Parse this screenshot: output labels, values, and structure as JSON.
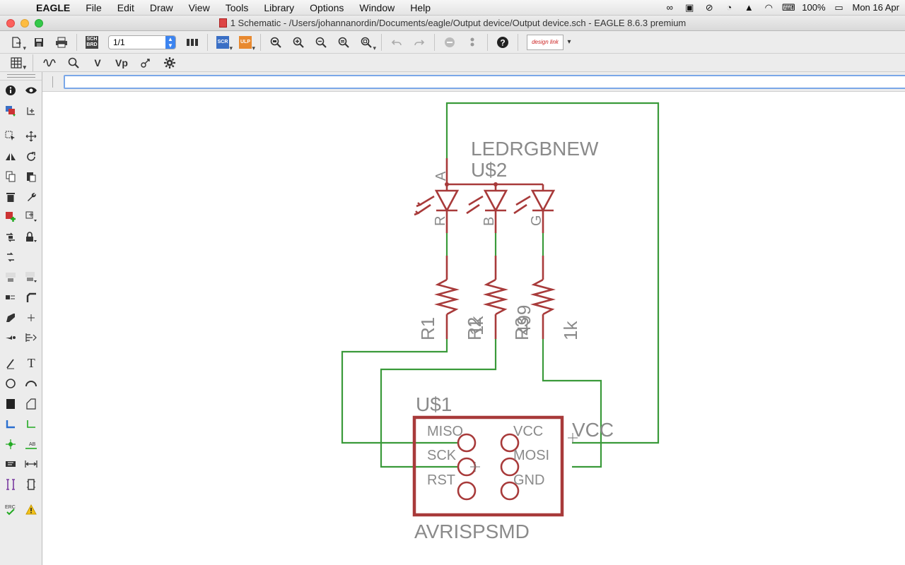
{
  "menubar": {
    "apple": "",
    "app_name": "EAGLE",
    "items": [
      "File",
      "Edit",
      "Draw",
      "View",
      "Tools",
      "Library",
      "Options",
      "Window",
      "Help"
    ],
    "battery": "100%",
    "clock": "Mon 16 Apr"
  },
  "window": {
    "title": "1 Schematic - /Users/johannanordin/Documents/eagle/Output device/Output device.sch - EAGLE 8.6.3 premium"
  },
  "toolbar": {
    "sheet": "1/1",
    "scr_label": "SCR",
    "ulp_label": "ULP",
    "brd_label": "SCH BRD",
    "help_label": "?",
    "designlink_label": "design link"
  },
  "toolbar2": {
    "v_label": "V",
    "vp_label": "Vp"
  },
  "palette": {
    "text_tool": "T",
    "erc_label": "ERC"
  },
  "command": {
    "value": ""
  },
  "schematic": {
    "colors": {
      "net": "#3a9a3a",
      "part": "#a83a3a",
      "label": "#8a8a8a"
    },
    "led": {
      "value": "LEDRGBNEW",
      "name": "U$2",
      "pin_a": "A",
      "pin_r": "R",
      "pin_b": "B",
      "pin_g": "G"
    },
    "resistors": [
      {
        "name": "R1",
        "value": ""
      },
      {
        "name": "R2",
        "value": "1k"
      },
      {
        "name": "R3",
        "value": "499"
      },
      {
        "name": "",
        "value": "1k"
      }
    ],
    "header": {
      "name": "U$1",
      "value": "AVRISPSMD",
      "pins_left": [
        "MISO",
        "SCK",
        "RST"
      ],
      "pins_right": [
        "VCC",
        "MOSI",
        "GND"
      ]
    },
    "vcc_label": "VCC"
  }
}
